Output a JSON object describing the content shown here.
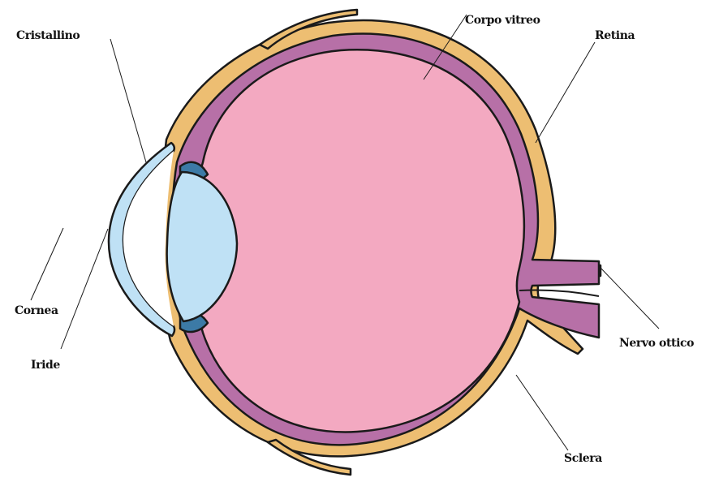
{
  "diagram": {
    "labels": {
      "cristallino": "Cristallino",
      "corpo_vitreo": "Corpo vitreo",
      "retina": "Retina",
      "cornea": "Cornea",
      "iride": "Iride",
      "nervo_ottico": "Nervo ottico",
      "sclera": "Sclera"
    },
    "colors": {
      "sclera": "#EDBE72",
      "choroid": "#B770A7",
      "vitreous": "#F3A9C1",
      "lens": "#BFE1F5",
      "iris": "#3C7AA6",
      "outline": "#1A1A1A"
    }
  }
}
